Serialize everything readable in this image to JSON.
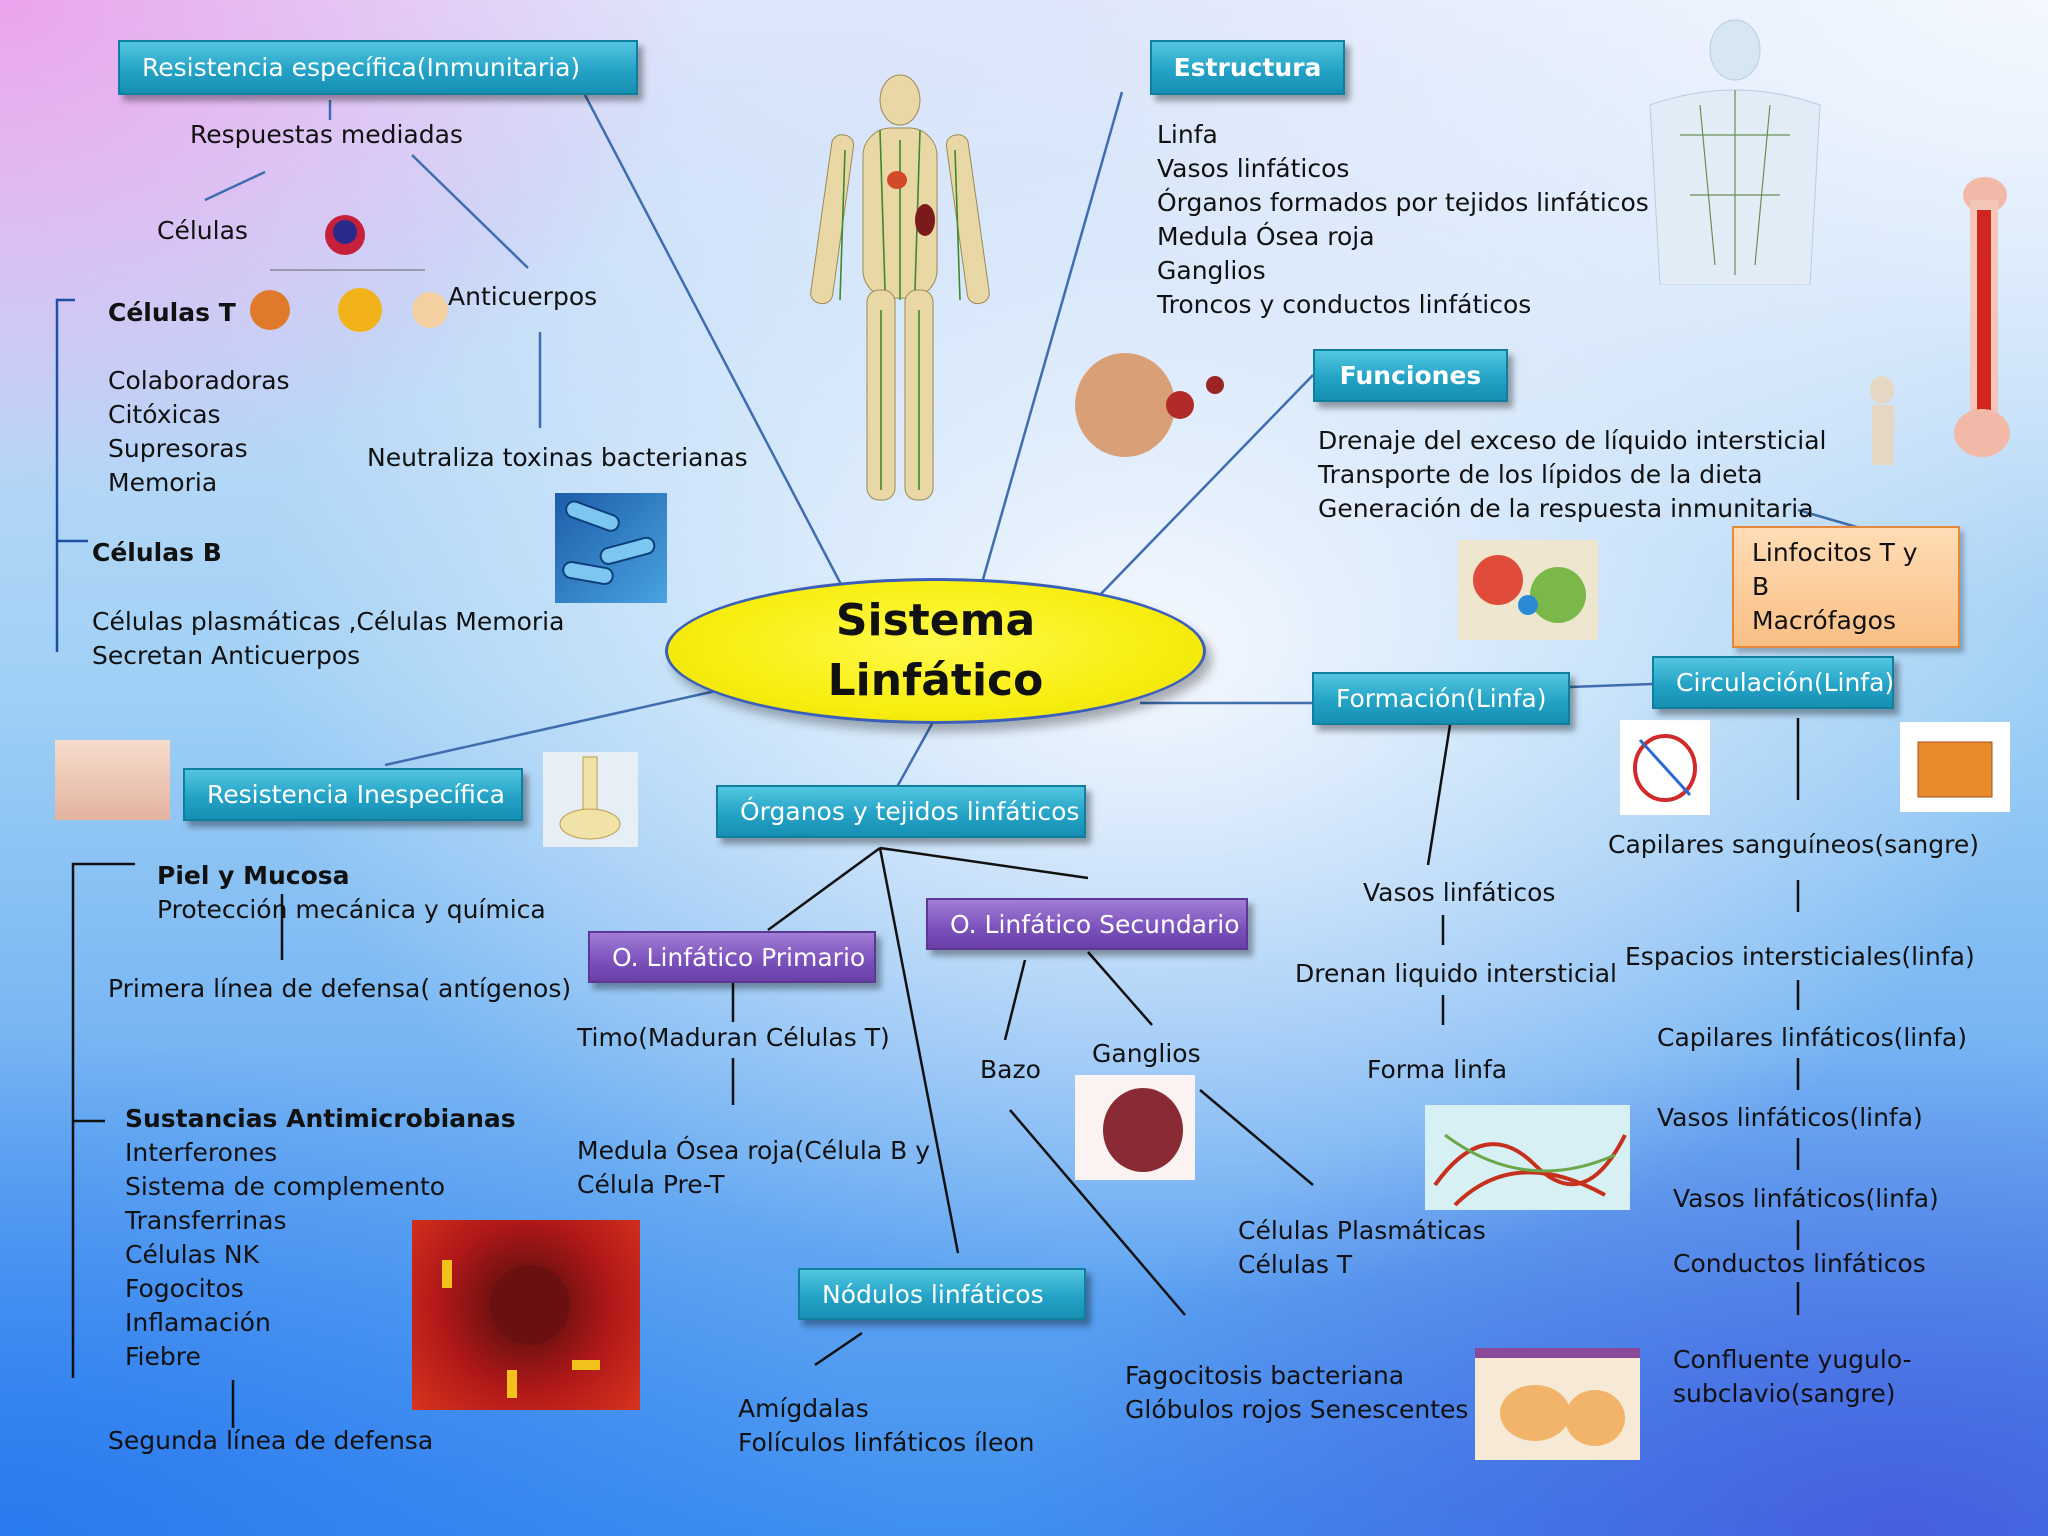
{
  "center": {
    "line1": "Sistema",
    "line2": "Linfático"
  },
  "boxes": {
    "resistencia_especifica": "Resistencia específica(Inmunitaria)",
    "estructura": "Estructura",
    "funciones": "Funciones",
    "resistencia_inespecifica": "Resistencia Inespecífica",
    "organos_tejidos": "Órganos y tejidos linfáticos",
    "formacion": "Formación(Linfa)",
    "circulacion": "Circulación(Linfa)",
    "primario": "O. Linfático Primario",
    "secundario": "O. Linfático Secundario",
    "nodulos": "Nódulos linfáticos"
  },
  "especifica": {
    "respuestas": "Respuestas mediadas",
    "celulas": "Células",
    "anticuerpos": "Anticuerpos",
    "neutraliza": "Neutraliza toxinas bacterianas",
    "celulas_t": "Células T",
    "t_tipos": [
      "Colaboradoras",
      "Citóxicas",
      "Supresoras",
      "Memoria"
    ],
    "celulas_b": "Células B",
    "b_lines": [
      "Células plasmáticas ,Células Memoria",
      "Secretan Anticuerpos"
    ]
  },
  "estructura_items": [
    "Linfa",
    "Vasos linfáticos",
    "Órganos formados por tejidos linfáticos",
    "Medula Ósea roja",
    "Ganglios",
    "Troncos y conductos linfáticos"
  ],
  "funciones_items": [
    "Drenaje del exceso de líquido intersticial",
    "Transporte de los lípidos de la dieta",
    "Generación de la respuesta inmunitaria"
  ],
  "linfocitos": [
    "Linfocitos T y B",
    "Macrófagos"
  ],
  "inespecifica": {
    "piel": "Piel y Mucosa",
    "proteccion": "Protección mecánica y química",
    "primera": "Primera línea de defensa( antígenos)",
    "sustancias": "Sustancias Antimicrobianas",
    "sustancias_items": [
      "Interferones",
      "Sistema de complemento",
      "Transferrinas",
      "Células NK",
      "Fogocitos",
      "Inflamación",
      "Fiebre"
    ],
    "segunda": "Segunda línea de defensa"
  },
  "primario": {
    "timo": "Timo(Maduran Células T)",
    "medula": [
      "Medula Ósea roja(Célula B y",
      "Célula Pre-T"
    ]
  },
  "secundario": {
    "bazo": "Bazo",
    "ganglios": "Ganglios",
    "celulas": [
      "Células Plasmáticas",
      "Células T"
    ],
    "fagocitosis": [
      "Fagocitosis bacteriana",
      "Glóbulos rojos Senescentes"
    ]
  },
  "nodulos_items": [
    "Amígdalas",
    "Folículos linfáticos íleon"
  ],
  "formacion": {
    "vasos": "Vasos linfáticos",
    "drenan": "Drenan liquido intersticial",
    "forma": "Forma  linfa"
  },
  "circulacion_items": [
    "Capilares sanguíneos(sangre)",
    "Espacios intersticiales(linfa)",
    "Capilares linfáticos(linfa)",
    "Vasos linfáticos(linfa)",
    "Vasos linfáticos(linfa)",
    "Conductos linfáticos",
    "Confluente yugulo-",
    "subclavio(sangre)"
  ]
}
